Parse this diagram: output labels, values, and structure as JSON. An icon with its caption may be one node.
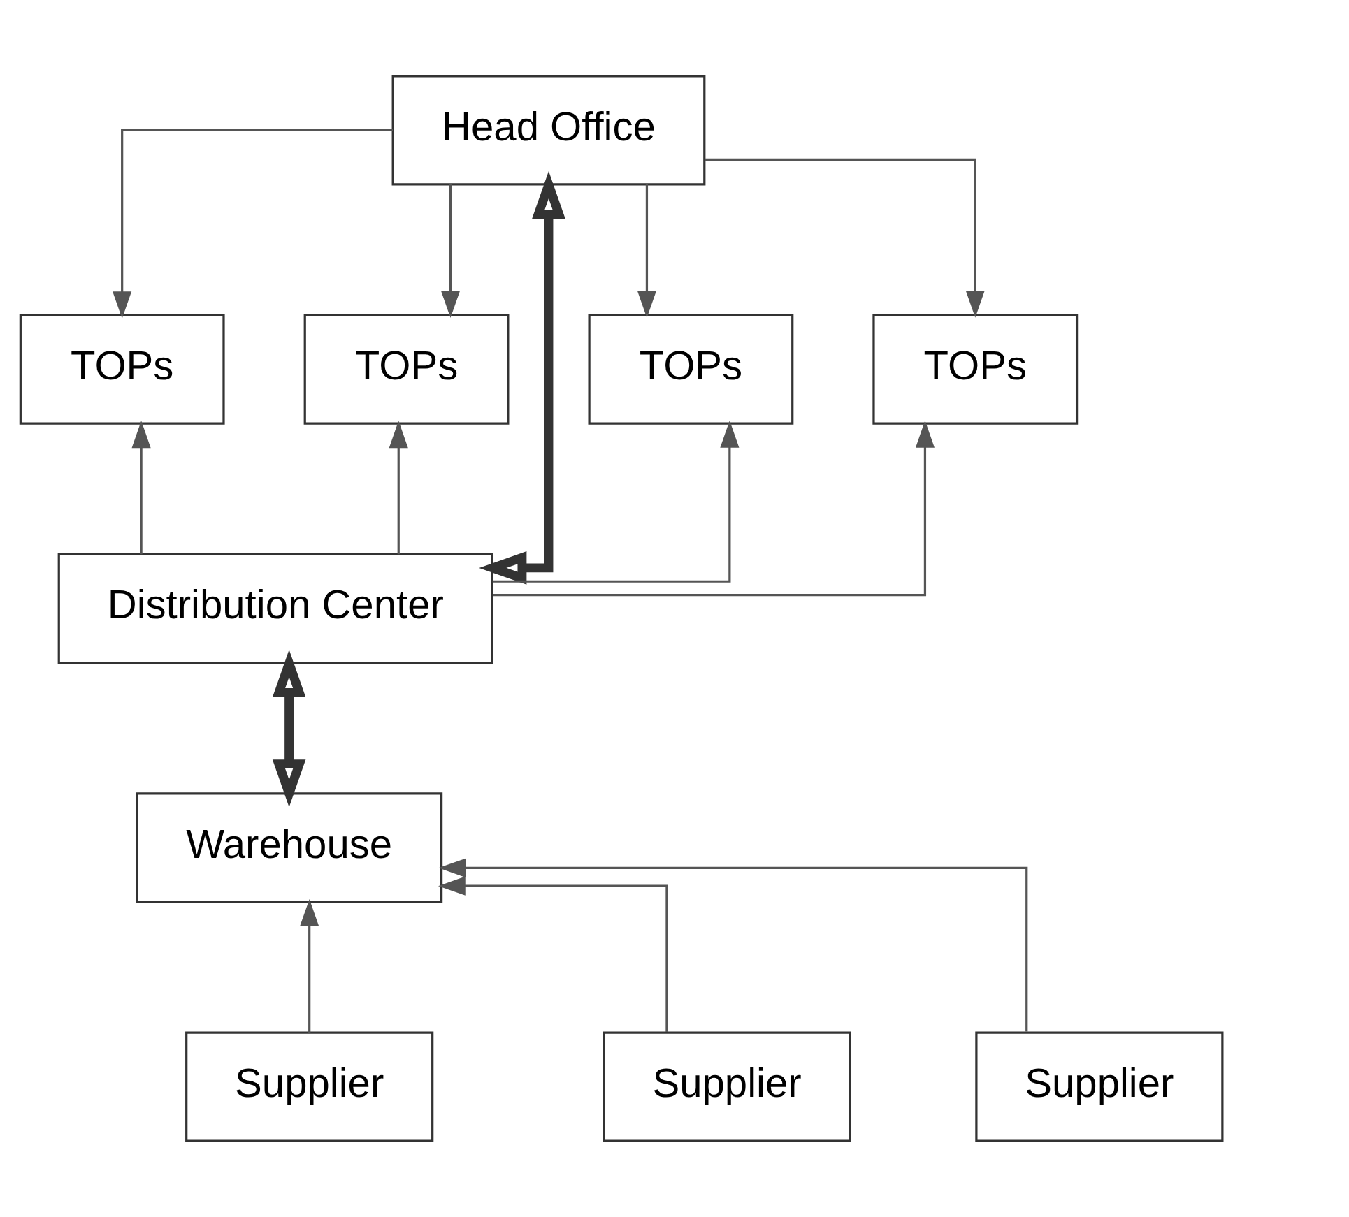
{
  "diagram": {
    "nodes": [
      {
        "text": [
          "Head Office"
        ]
      },
      {
        "text": [
          "TOPs"
        ]
      },
      {
        "text": [
          "TOPs"
        ]
      },
      {
        "text": [
          "TOPs"
        ]
      },
      {
        "text": [
          "TOPs"
        ]
      },
      {
        "text": [
          "Distribution Center"
        ]
      },
      {
        "text": [
          "Warehouse"
        ]
      },
      {
        "text": [
          "Supplier"
        ]
      },
      {
        "text": [
          "Supplier"
        ]
      },
      {
        "text": [
          "Supplier"
        ]
      }
    ],
    "edges": [
      {
        "from": 0,
        "to": 1,
        "arrow": "to"
      },
      {
        "from": 0,
        "to": 2,
        "arrow": "to"
      },
      {
        "from": 5,
        "to": 0,
        "arrow": "both",
        "style": "thick"
      },
      {
        "from": 0,
        "to": 3,
        "arrow": "to"
      },
      {
        "from": 0,
        "to": 4,
        "arrow": "to"
      },
      {
        "from": 5,
        "to": 1,
        "arrow": "to"
      },
      {
        "from": 5,
        "to": 2,
        "arrow": "to"
      },
      {
        "from": 5,
        "to": 3,
        "arrow": "to"
      },
      {
        "from": 5,
        "to": 4,
        "arrow": "to"
      },
      {
        "from": 6,
        "to": 5,
        "arrow": "both",
        "style": "thick"
      },
      {
        "from": 7,
        "to": 6,
        "arrow": "to"
      },
      {
        "from": 8,
        "to": 6,
        "arrow": "to"
      },
      {
        "from": 9,
        "to": 6,
        "arrow": "to"
      }
    ]
  }
}
